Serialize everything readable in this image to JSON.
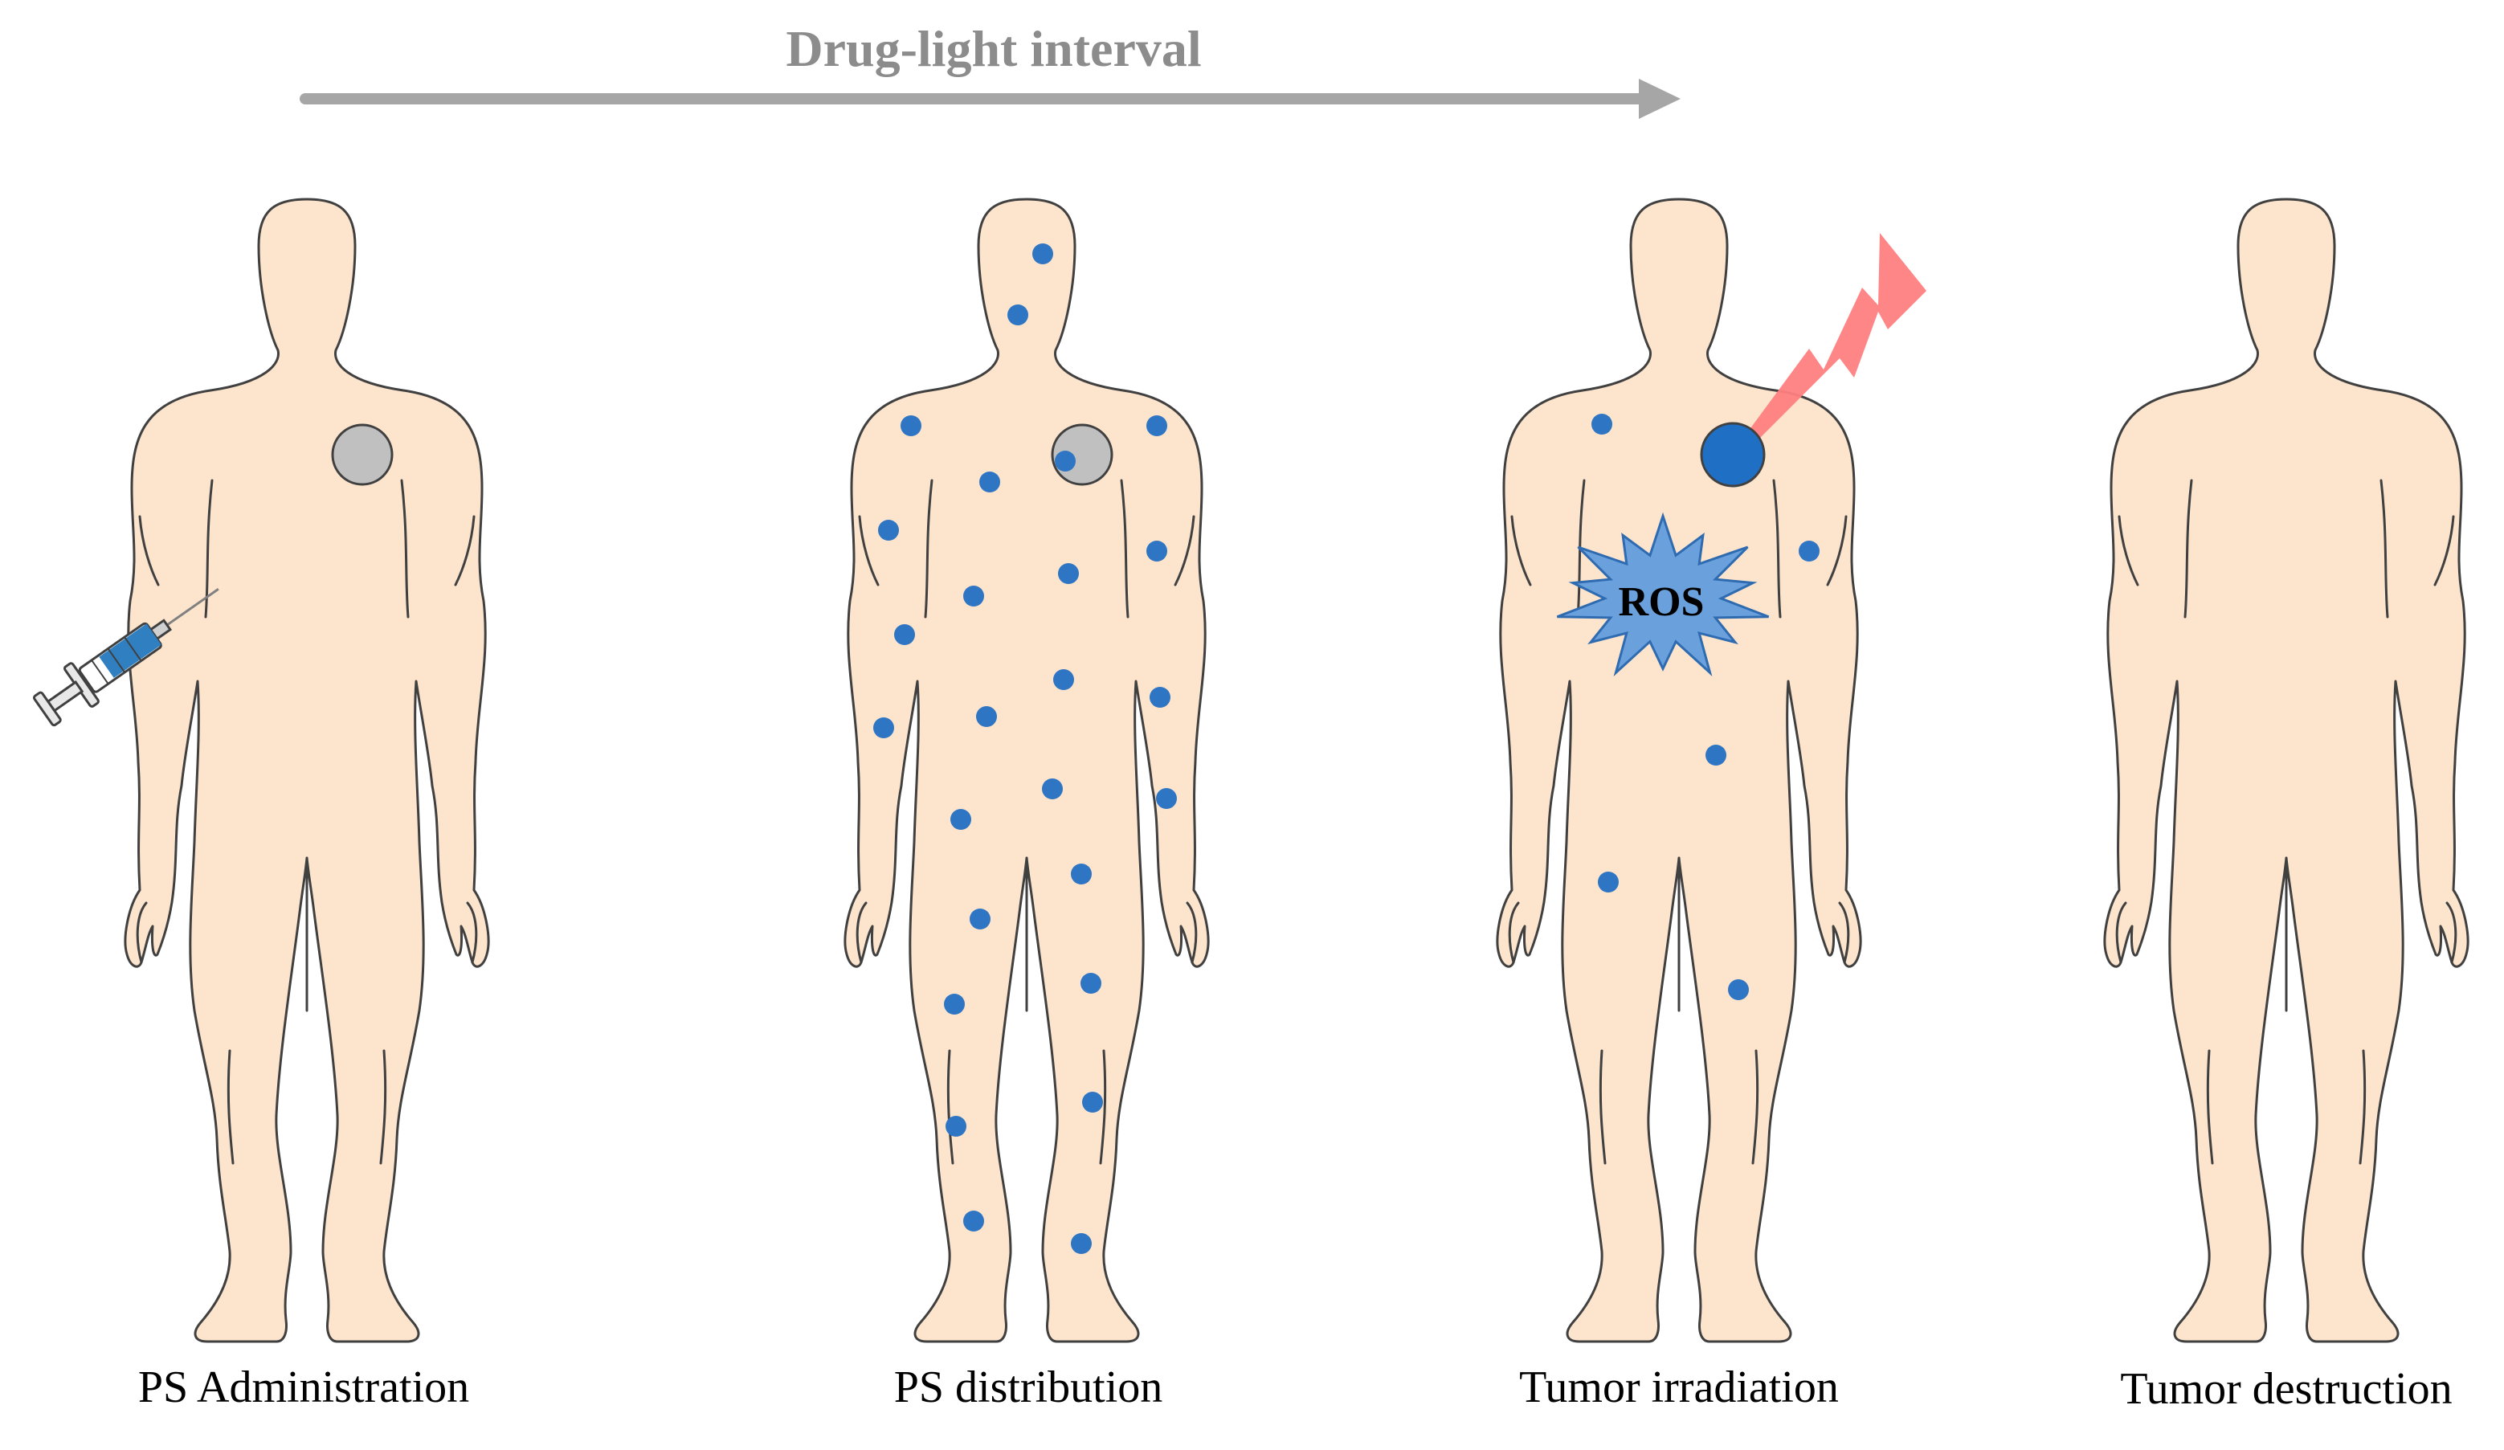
{
  "header": {
    "title": "Drug-light interval",
    "arrow_color": "#a6a6a6"
  },
  "figures": [
    {
      "id": "administration",
      "caption": "PS Administration",
      "tumor_state": "gray",
      "extras": [
        "syringe-icon"
      ]
    },
    {
      "id": "distribution",
      "caption": "PS distribution",
      "tumor_state": "gray",
      "extras": [
        "ps-dots"
      ]
    },
    {
      "id": "irradiation",
      "caption": "Tumor irradiation",
      "tumor_state": "blue",
      "extras": [
        "lightning-icon",
        "ros-burst",
        "ps-dots"
      ]
    },
    {
      "id": "destruction",
      "caption": "Tumor destruction",
      "tumor_state": "none",
      "extras": []
    }
  ],
  "ros_label": "ROS",
  "colors": {
    "skin": "#fde4cc",
    "outline": "#404040",
    "tumor_gray": "#c0c0c0",
    "photosensitizer_dot": "#2e75c3",
    "tumor_blue": "#1f6fc4",
    "ros_burst": "#6aa0dc",
    "laser": "#ff8080",
    "syringe_barrel": "#2f7fc1"
  }
}
